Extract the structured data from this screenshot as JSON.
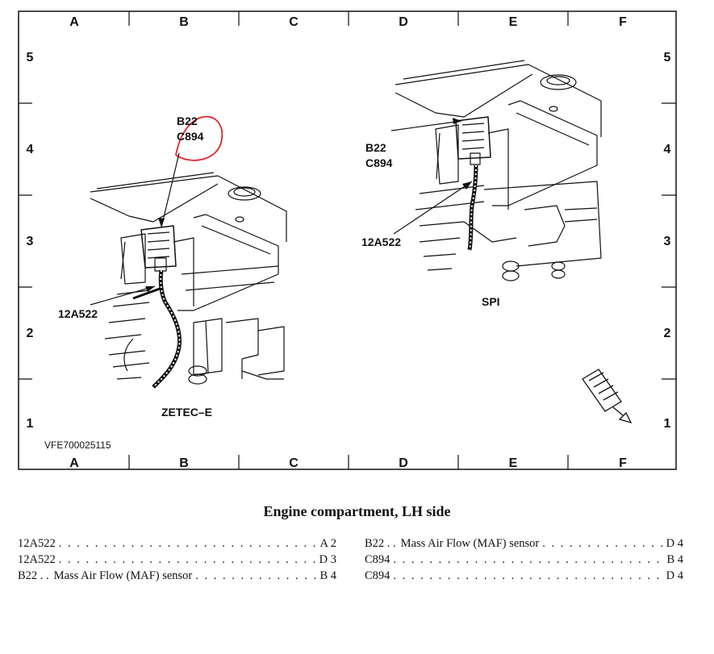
{
  "grid": {
    "columns": [
      "A",
      "B",
      "C",
      "D",
      "E",
      "F"
    ],
    "rows": [
      "5",
      "4",
      "3",
      "2",
      "1"
    ]
  },
  "figure": {
    "id": "VFE700025115",
    "left_view": {
      "variant": "ZETEC–E",
      "callout_circled": [
        "B22",
        "C894"
      ],
      "callout_harness": "12A522"
    },
    "right_view": {
      "variant": "SPI",
      "callout_connector": [
        "B22",
        "C894"
      ],
      "callout_harness": "12A522"
    }
  },
  "caption": "Engine compartment, LH side",
  "colors": {
    "circle": "#e0262b",
    "ink": "#111111"
  },
  "index": {
    "left": [
      {
        "code": "12A522",
        "desc": "",
        "loc": "A 2"
      },
      {
        "code": "12A522",
        "desc": "",
        "loc": "D 3"
      },
      {
        "code": "B22 . .",
        "desc": "Mass Air Flow (MAF) sensor",
        "loc": "B 4"
      }
    ],
    "right": [
      {
        "code": "B22 . .",
        "desc": "Mass Air Flow (MAF) sensor",
        "loc": "D 4"
      },
      {
        "code": "C894",
        "desc": "",
        "loc": "B 4"
      },
      {
        "code": "C894",
        "desc": "",
        "loc": "D 4"
      }
    ]
  }
}
